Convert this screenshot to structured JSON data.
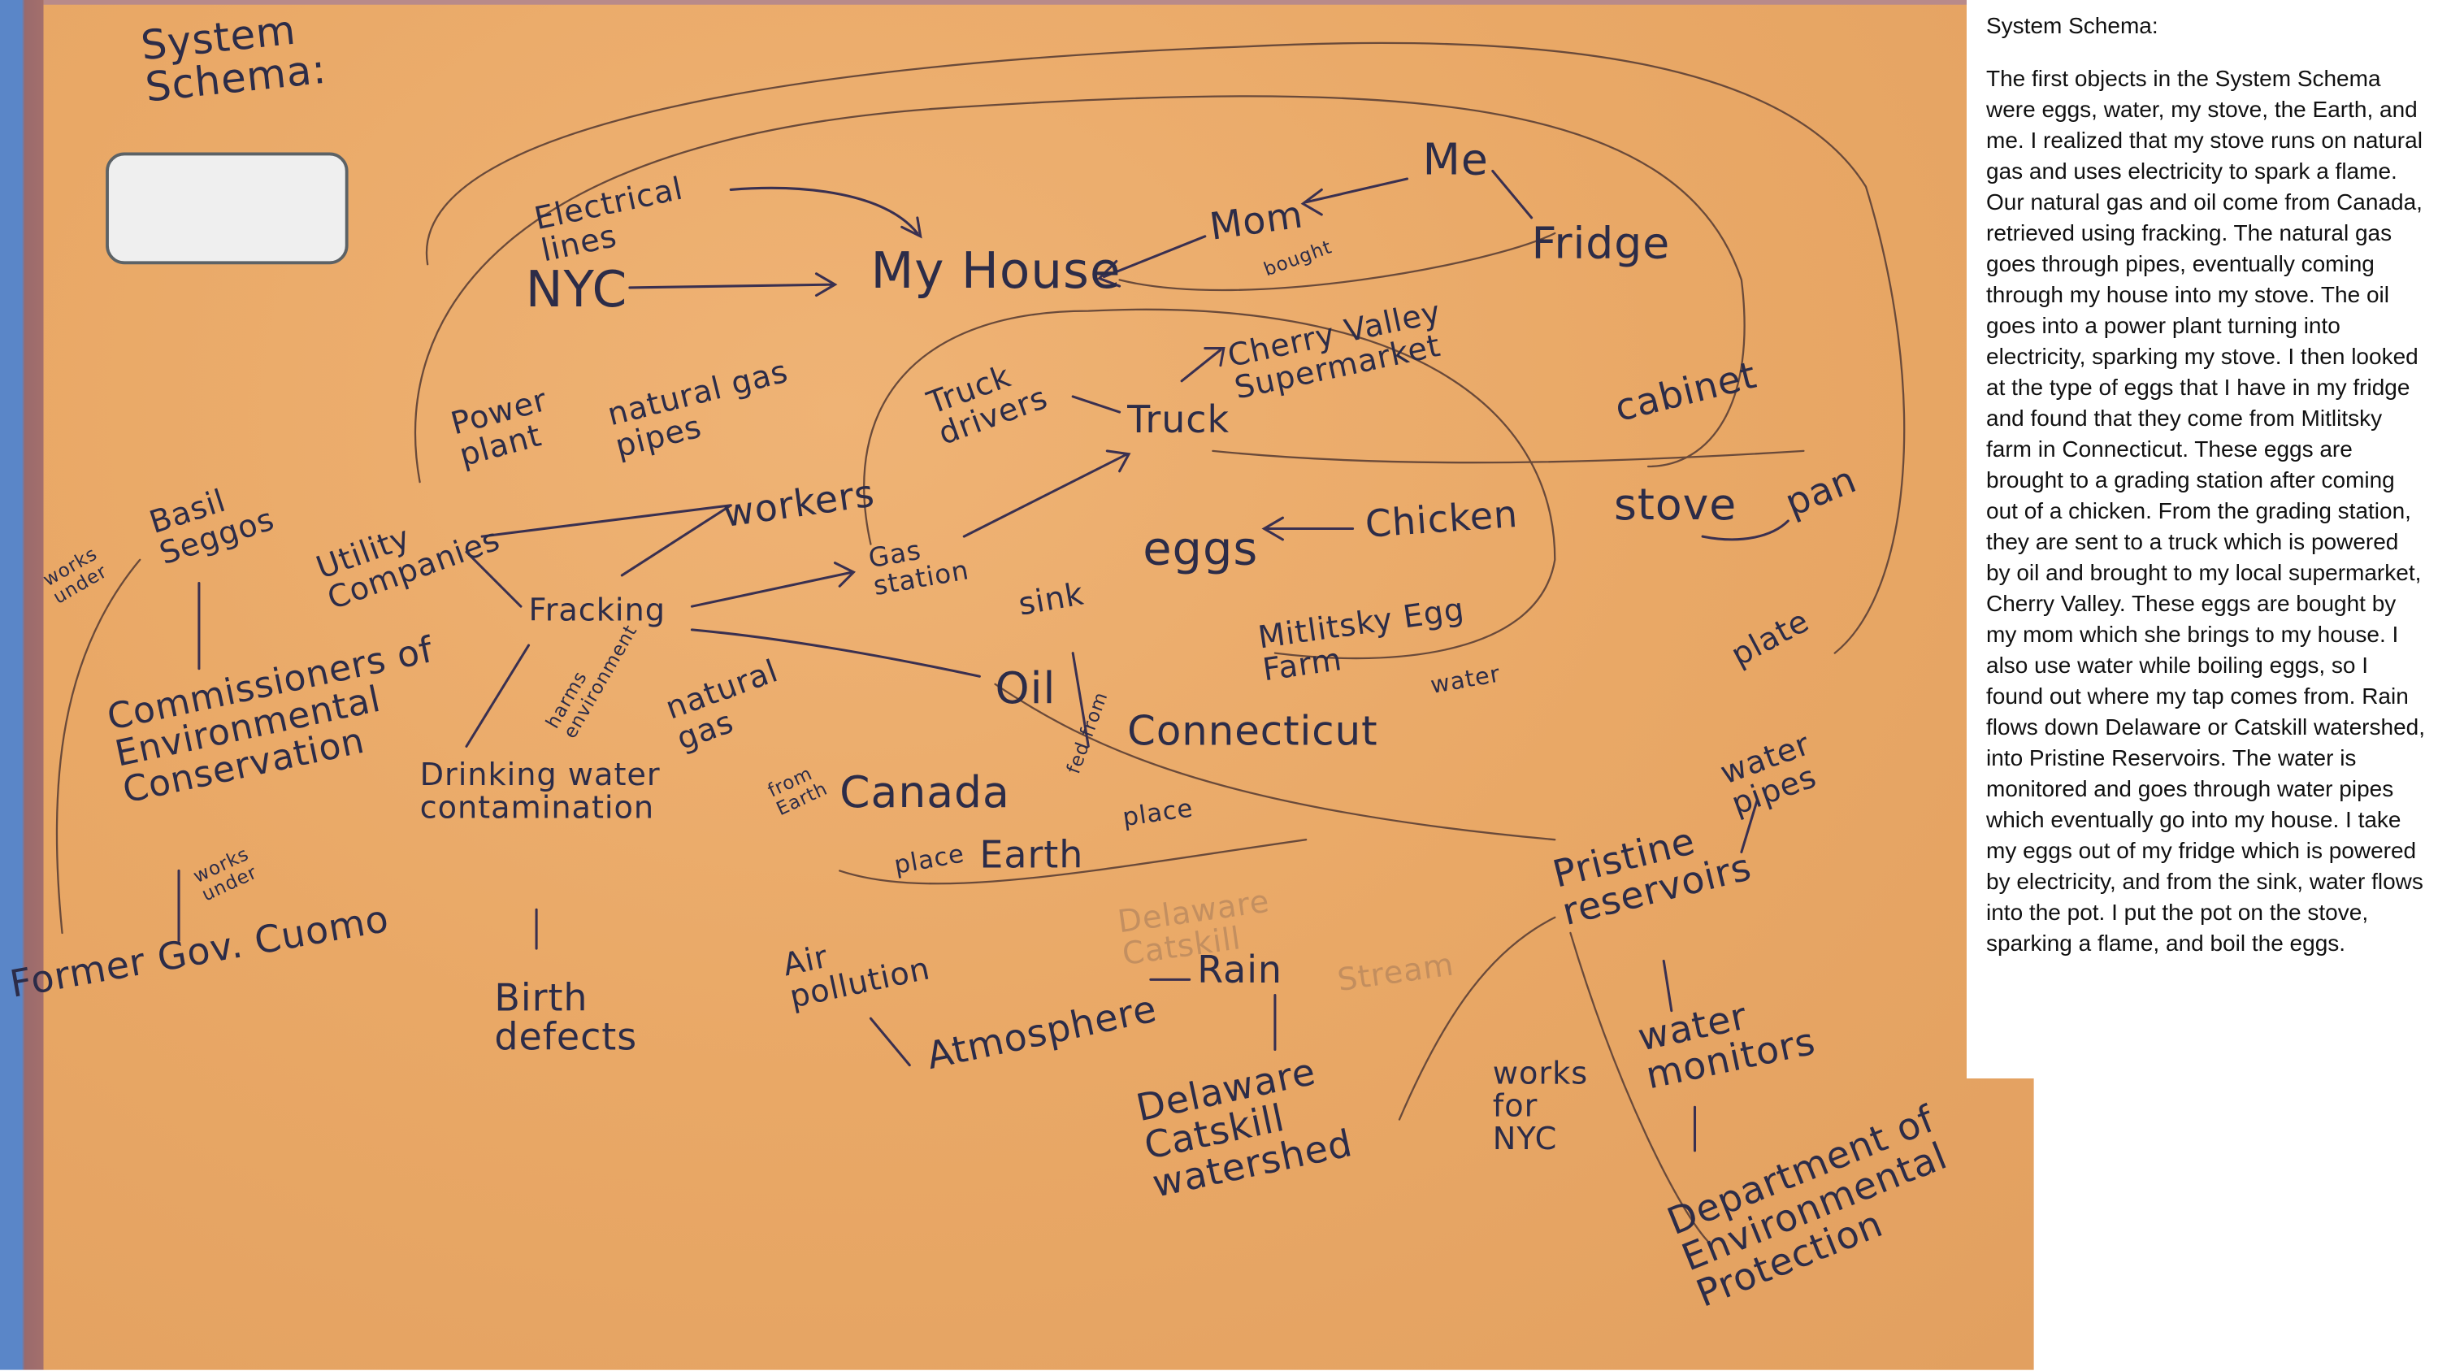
{
  "diagram": {
    "title": "System Schema:",
    "nodes": {
      "electrical_lines": "Electrical lines",
      "nyc": "NYC",
      "my_house": "My House",
      "mom": "Mom",
      "bought": "bought",
      "me": "Me",
      "fridge": "Fridge",
      "cherry_valley": "Cherry Valley Supermarket",
      "truck_drivers": "Truck drivers",
      "truck": "Truck",
      "cabinet": "cabinet",
      "power_plant": "Power plant",
      "natural_gas_pipes": "natural gas pipes",
      "workers": "workers",
      "basil_seggos": "Basil Seggos",
      "works_under_1": "works under",
      "utility_companies": "Utility Companies",
      "fracking": "Fracking",
      "gas_station": "Gas station",
      "sink": "sink",
      "eggs": "eggs",
      "chicken": "Chicken",
      "stove": "stove",
      "pan": "pan",
      "mitlitsky": "Mitlitsky Egg Farm",
      "water": "water",
      "plate": "plate",
      "commissioners": "Commissioners of Environmental Conservation",
      "oil": "Oil",
      "fed_from": "fed from",
      "connecticut": "Connecticut",
      "natural_gas": "natural gas",
      "harms_environment": "harms environment",
      "drinking_water": "Drinking water contamination",
      "canada": "Canada",
      "from_earth": "from Earth",
      "place_1": "place",
      "place_2": "place",
      "earth": "Earth",
      "water_pipes": "water pipes",
      "pristine_reservoirs": "Pristine reservoirs",
      "works_under_2": "works under",
      "former_gov": "Former Gov. Cuomo",
      "birth_defects": "Birth defects",
      "air_pollution": "Air pollution",
      "atmosphere": "Atmosphere",
      "rain": "Rain",
      "water_monitors": "water monitors",
      "delaware_catskill": "Delaware Catskill watershed",
      "works_for_nyc": "works for NYC",
      "dep": "Department of Environmental Protection",
      "faint_delaware": "Delaware Catskill",
      "faint_stream": "Stream"
    }
  },
  "panel": {
    "title": "System Schema:",
    "body": "The first objects in the System Schema were eggs, water, my stove, the Earth, and me. I realized that my stove runs on natural gas and uses electricity to spark a flame. Our natural gas and oil come from Canada, retrieved using fracking. The natural gas goes through pipes, eventually coming through my house into my stove. The oil goes into a power plant turning into electricity, sparking my stove. I then looked at the type of eggs that I have in my fridge and found that they come from Mitlitsky farm in Connecticut. These eggs are brought to a grading station after coming out of a chicken. From the grading station, they are sent to a truck which is powered by oil and brought to my local supermarket, Cherry Valley. These eggs are bought by my mom which she brings to my house. I also use water while boiling eggs, so I found out where my tap comes from. Rain flows down Delaware or Catskill watershed, into Pristine Reservoirs. The water is monitored and goes through water pipes which eventually go into my house. I take my eggs out of my fridge which is powered by electricity, and from the sink, water flows into the pot. I put the pot on the stove, sparking a flame, and boil the eggs."
  },
  "colors": {
    "paper": "#e9a866",
    "ink": "#2c2c48",
    "pencil": "#6a4a3a"
  }
}
